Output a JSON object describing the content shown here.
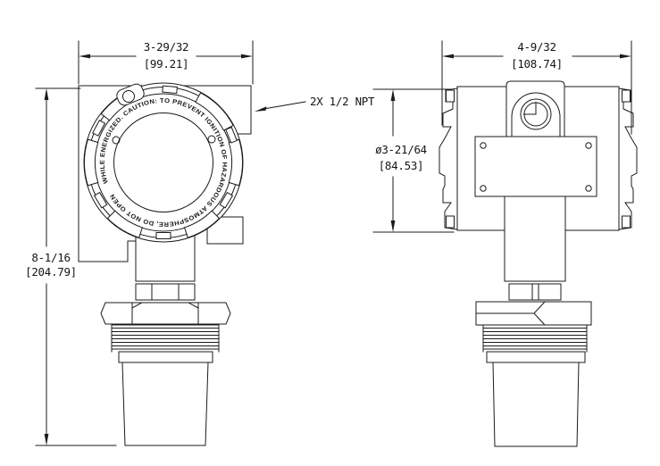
{
  "front_view": {
    "width_dim_in": "3-29/32",
    "width_dim_mm": "[99.21]",
    "height_dim_in": "8-1/16",
    "height_dim_mm": "[204.79]",
    "conduit_label": "2X 1/2 NPT",
    "cover_ring_text": "WHILE ENERGIZED. CAUTION: TO PREVENT IGNITION OF HAZARDOUS ATMOSPHERE, DO NOT OPEN "
  },
  "side_view": {
    "width_dim_in": "4-9/32",
    "width_dim_mm": "[108.74]",
    "cover_diameter_dim_in": "ø3-21/64",
    "cover_diameter_dim_mm": "[84.53]"
  },
  "colors": {
    "line": "#1b1b1b",
    "background": "#ffffff"
  }
}
